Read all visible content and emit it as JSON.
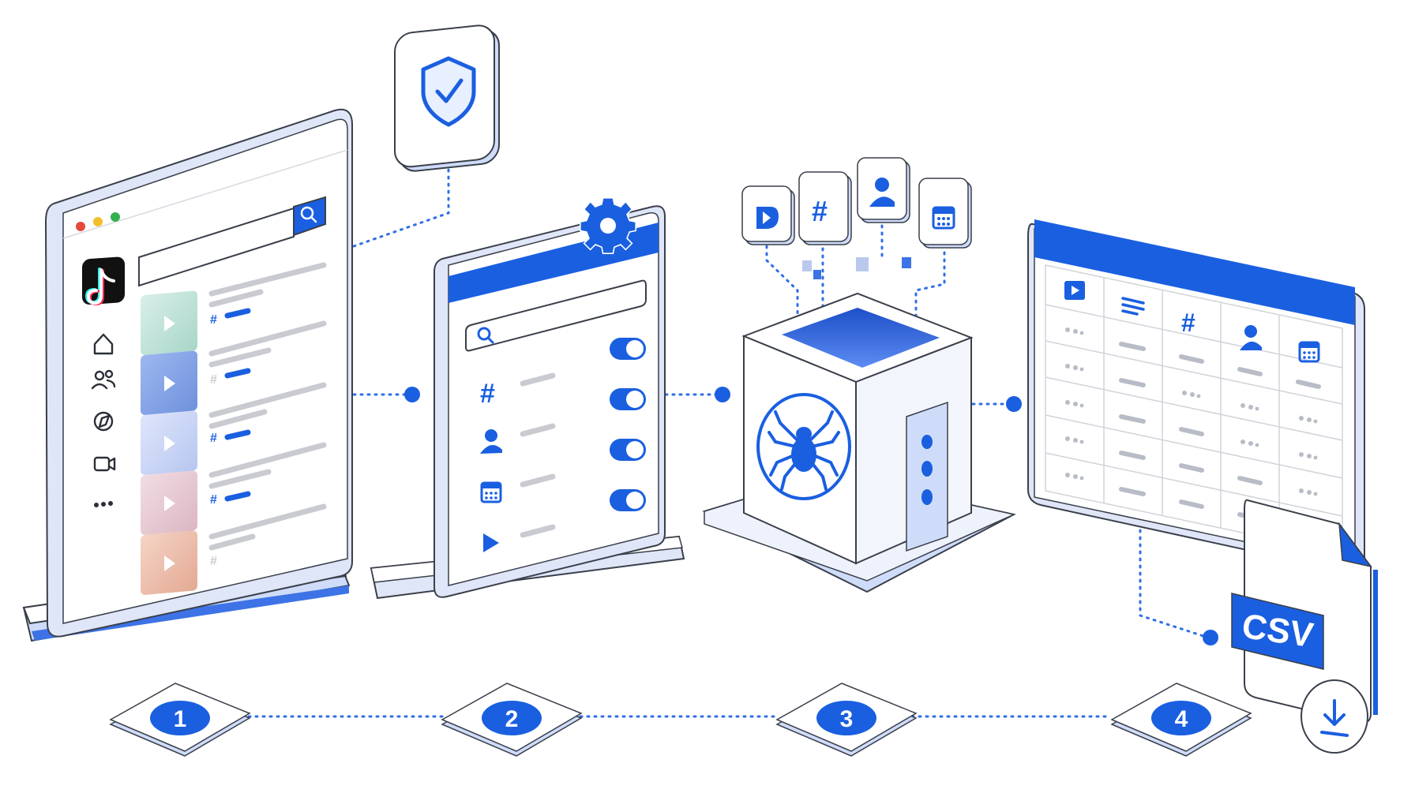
{
  "colors": {
    "accent": "#1a5fe0",
    "accent_light": "#cfdcf9",
    "outline": "#3a3f4a",
    "panel_bg": "#f5f7fd",
    "gray_bar": "#c9cbd1",
    "dot_line": "#2f6ee8"
  },
  "icons": {
    "security": "shield-check-icon",
    "app": "tiktok-logo-icon",
    "settings": "gear-icon",
    "scraper": "spider-icon",
    "download": "download-icon"
  },
  "steps": [
    {
      "number": "1"
    },
    {
      "number": "2"
    },
    {
      "number": "3"
    },
    {
      "number": "4"
    }
  ],
  "export": {
    "format_label": "CSV"
  },
  "filter_panel": {
    "options": [
      {
        "icon": "hashtag-icon",
        "enabled": true
      },
      {
        "icon": "user-icon",
        "enabled": true
      },
      {
        "icon": "calendar-icon",
        "enabled": true
      },
      {
        "icon": "play-icon",
        "enabled": true
      }
    ]
  },
  "table": {
    "columns": [
      {
        "icon": "video-icon"
      },
      {
        "icon": "text-lines-icon"
      },
      {
        "icon": "hashtag-icon"
      },
      {
        "icon": "user-icon"
      },
      {
        "icon": "calendar-icon"
      }
    ]
  }
}
